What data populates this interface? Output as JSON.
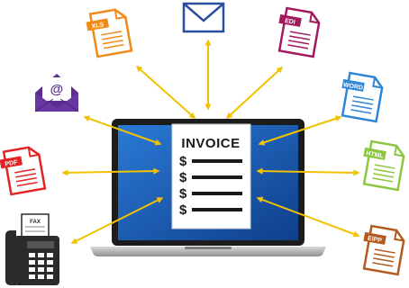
{
  "invoice": {
    "title": "INVOICE",
    "currency_symbol": "$",
    "line_count": 4
  },
  "formats": {
    "xls": "XLS",
    "edi": "EDI",
    "word": "WORD",
    "pdf": "PDF",
    "html": "HTML",
    "fax": "FAX",
    "eipp": "EIPP",
    "email_symbol": "@"
  },
  "colors": {
    "arrow": "#f2c200",
    "screen": "#1a5fb8",
    "xls": "#f08a18",
    "edi": "#a2195e",
    "word": "#2e86d8",
    "pdf": "#e22424",
    "html": "#8cc63f",
    "eipp": "#b35a1e",
    "email": "#5b2d8c",
    "envelope": "#2a4f9c",
    "fax": "#2b2b2b"
  },
  "icons": [
    "email-envelope-icon",
    "at-envelope-icon",
    "fax-machine-icon",
    "laptop-icon",
    "document-icon"
  ]
}
